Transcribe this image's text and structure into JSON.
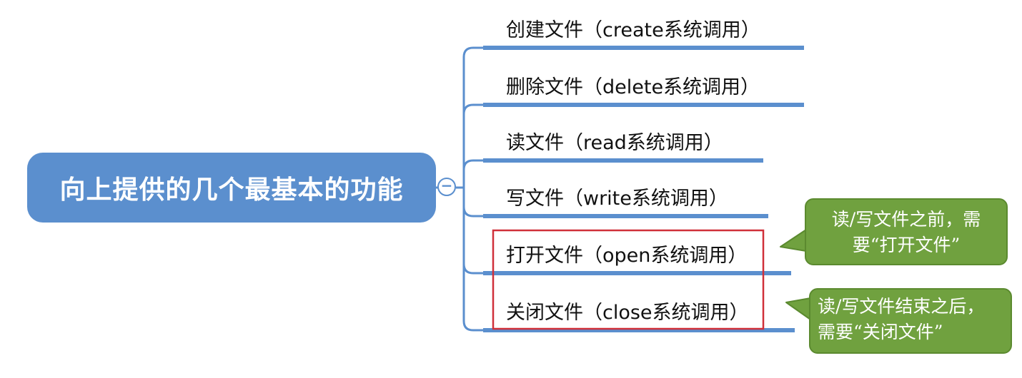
{
  "root": {
    "label": "向上提供的几个最基本的功能",
    "toggle_symbol": "−"
  },
  "branches": [
    {
      "label": "创建文件（create系统调用）"
    },
    {
      "label": "删除文件（delete系统调用）"
    },
    {
      "label": "读文件（read系统调用）"
    },
    {
      "label": "写文件（write系统调用）"
    },
    {
      "label": "打开文件（open系统调用）"
    },
    {
      "label": "关闭文件（close系统调用）"
    }
  ],
  "callouts": [
    {
      "lines": [
        "读/写文件之前，需",
        "要“打开文件”"
      ]
    },
    {
      "lines": [
        "读/写文件结束之后，",
        "需要“关闭文件”"
      ]
    }
  ],
  "colors": {
    "node_blue": "#5b8fce",
    "highlight_red": "#d0303a",
    "callout_green": "#70a13f",
    "background": "#ffffff"
  }
}
